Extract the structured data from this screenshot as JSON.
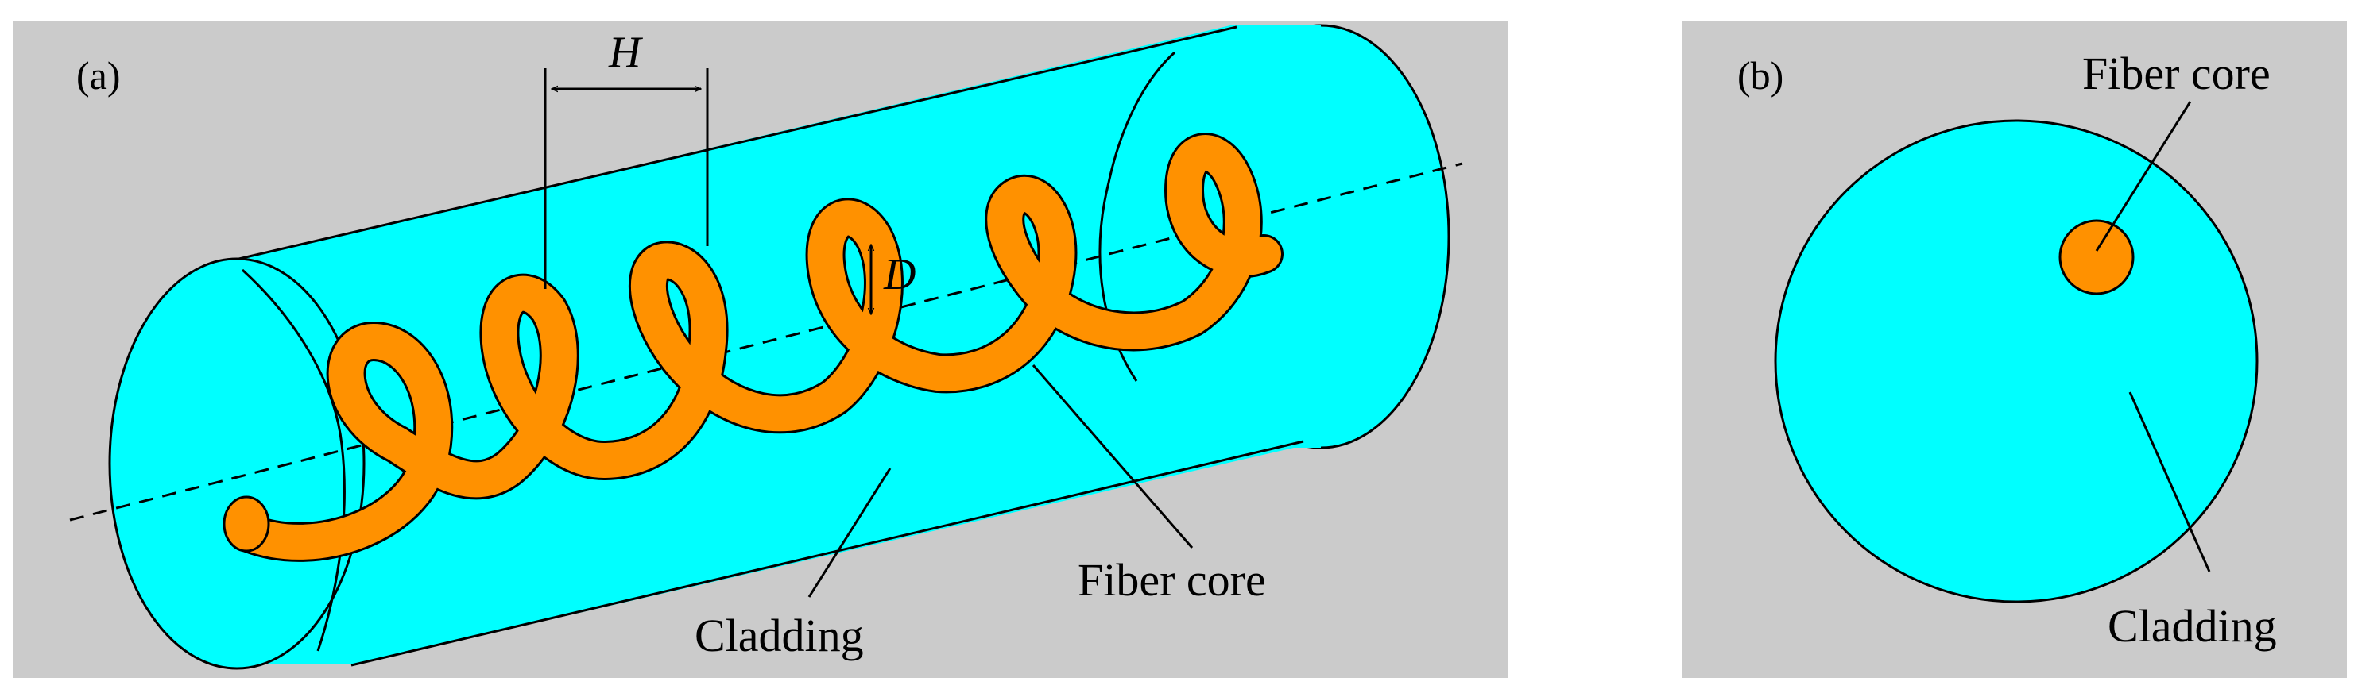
{
  "panel_a": {
    "tag": "(a)",
    "helix_pitch_symbol": "H",
    "helix_diameter_symbol": "D",
    "core_label": "Fiber core",
    "cladding_label": "Cladding"
  },
  "panel_b": {
    "tag": "(b)",
    "core_label": "Fiber core",
    "cladding_label": "Cladding"
  },
  "colors": {
    "background": "#cbcbcb",
    "cladding": "#00ffff",
    "core": "#ff9100",
    "outline": "#000000"
  },
  "icons": {
    "dimension_arrow": "double-headed-arrow"
  }
}
